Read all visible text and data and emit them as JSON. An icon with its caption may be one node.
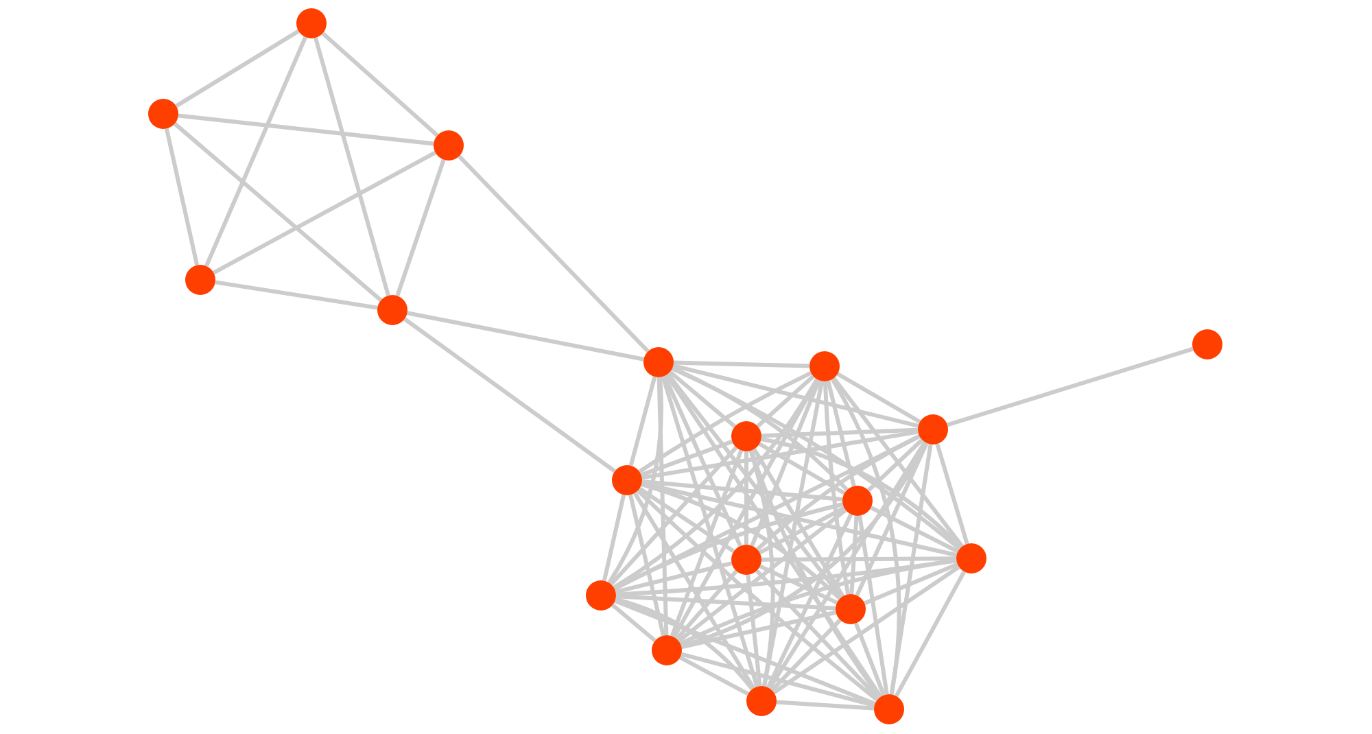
{
  "diagram": {
    "nodes": [
      {
        "text": [],
        "shape": "circle"
      },
      {
        "text": [],
        "shape": "circle"
      },
      {
        "text": [],
        "shape": "circle"
      },
      {
        "text": [],
        "shape": "circle"
      },
      {
        "text": [],
        "shape": "circle"
      },
      {
        "text": [],
        "shape": "circle"
      },
      {
        "text": [],
        "shape": "circle"
      },
      {
        "text": [],
        "shape": "circle"
      },
      {
        "text": [],
        "shape": "circle"
      },
      {
        "text": [],
        "shape": "circle"
      },
      {
        "text": [],
        "shape": "circle"
      },
      {
        "text": [],
        "shape": "circle"
      },
      {
        "text": [],
        "shape": "circle"
      },
      {
        "text": [],
        "shape": "circle"
      },
      {
        "text": [],
        "shape": "circle"
      },
      {
        "text": [],
        "shape": "circle"
      },
      {
        "text": [],
        "shape": "circle"
      },
      {
        "text": [],
        "shape": "circle"
      },
      {
        "text": [],
        "shape": "circle"
      }
    ],
    "edges": [
      {
        "from": 0,
        "to": 1,
        "arrow": "none"
      },
      {
        "from": 0,
        "to": 2,
        "arrow": "none"
      },
      {
        "from": 0,
        "to": 3,
        "arrow": "none"
      },
      {
        "from": 0,
        "to": 4,
        "arrow": "none"
      },
      {
        "from": 1,
        "to": 2,
        "arrow": "none"
      },
      {
        "from": 1,
        "to": 3,
        "arrow": "none"
      },
      {
        "from": 1,
        "to": 4,
        "arrow": "none"
      },
      {
        "from": 2,
        "to": 3,
        "arrow": "none"
      },
      {
        "from": 2,
        "to": 4,
        "arrow": "none"
      },
      {
        "from": 3,
        "to": 4,
        "arrow": "none"
      },
      {
        "from": 2,
        "to": 5,
        "arrow": "none"
      },
      {
        "from": 4,
        "to": 5,
        "arrow": "none"
      },
      {
        "from": 4,
        "to": 10,
        "arrow": "none"
      },
      {
        "from": 7,
        "to": 8,
        "arrow": "none"
      },
      {
        "from": 5,
        "to": 6,
        "arrow": "none"
      },
      {
        "from": 5,
        "to": 7,
        "arrow": "none"
      },
      {
        "from": 5,
        "to": 9,
        "arrow": "none"
      },
      {
        "from": 5,
        "to": 10,
        "arrow": "none"
      },
      {
        "from": 5,
        "to": 11,
        "arrow": "none"
      },
      {
        "from": 5,
        "to": 12,
        "arrow": "none"
      },
      {
        "from": 5,
        "to": 13,
        "arrow": "none"
      },
      {
        "from": 5,
        "to": 14,
        "arrow": "none"
      },
      {
        "from": 5,
        "to": 15,
        "arrow": "none"
      },
      {
        "from": 5,
        "to": 16,
        "arrow": "none"
      },
      {
        "from": 5,
        "to": 17,
        "arrow": "none"
      },
      {
        "from": 5,
        "to": 18,
        "arrow": "none"
      },
      {
        "from": 6,
        "to": 7,
        "arrow": "none"
      },
      {
        "from": 6,
        "to": 9,
        "arrow": "none"
      },
      {
        "from": 6,
        "to": 10,
        "arrow": "none"
      },
      {
        "from": 6,
        "to": 11,
        "arrow": "none"
      },
      {
        "from": 6,
        "to": 12,
        "arrow": "none"
      },
      {
        "from": 6,
        "to": 13,
        "arrow": "none"
      },
      {
        "from": 6,
        "to": 14,
        "arrow": "none"
      },
      {
        "from": 6,
        "to": 15,
        "arrow": "none"
      },
      {
        "from": 6,
        "to": 16,
        "arrow": "none"
      },
      {
        "from": 6,
        "to": 17,
        "arrow": "none"
      },
      {
        "from": 6,
        "to": 18,
        "arrow": "none"
      },
      {
        "from": 7,
        "to": 9,
        "arrow": "none"
      },
      {
        "from": 7,
        "to": 10,
        "arrow": "none"
      },
      {
        "from": 7,
        "to": 11,
        "arrow": "none"
      },
      {
        "from": 7,
        "to": 12,
        "arrow": "none"
      },
      {
        "from": 7,
        "to": 13,
        "arrow": "none"
      },
      {
        "from": 7,
        "to": 14,
        "arrow": "none"
      },
      {
        "from": 7,
        "to": 15,
        "arrow": "none"
      },
      {
        "from": 7,
        "to": 16,
        "arrow": "none"
      },
      {
        "from": 7,
        "to": 17,
        "arrow": "none"
      },
      {
        "from": 7,
        "to": 18,
        "arrow": "none"
      },
      {
        "from": 9,
        "to": 10,
        "arrow": "none"
      },
      {
        "from": 9,
        "to": 11,
        "arrow": "none"
      },
      {
        "from": 9,
        "to": 12,
        "arrow": "none"
      },
      {
        "from": 9,
        "to": 13,
        "arrow": "none"
      },
      {
        "from": 9,
        "to": 14,
        "arrow": "none"
      },
      {
        "from": 9,
        "to": 15,
        "arrow": "none"
      },
      {
        "from": 9,
        "to": 16,
        "arrow": "none"
      },
      {
        "from": 9,
        "to": 17,
        "arrow": "none"
      },
      {
        "from": 9,
        "to": 18,
        "arrow": "none"
      },
      {
        "from": 10,
        "to": 11,
        "arrow": "none"
      },
      {
        "from": 10,
        "to": 12,
        "arrow": "none"
      },
      {
        "from": 10,
        "to": 13,
        "arrow": "none"
      },
      {
        "from": 10,
        "to": 14,
        "arrow": "none"
      },
      {
        "from": 10,
        "to": 15,
        "arrow": "none"
      },
      {
        "from": 10,
        "to": 16,
        "arrow": "none"
      },
      {
        "from": 10,
        "to": 17,
        "arrow": "none"
      },
      {
        "from": 10,
        "to": 18,
        "arrow": "none"
      },
      {
        "from": 11,
        "to": 12,
        "arrow": "none"
      },
      {
        "from": 11,
        "to": 13,
        "arrow": "none"
      },
      {
        "from": 11,
        "to": 14,
        "arrow": "none"
      },
      {
        "from": 11,
        "to": 15,
        "arrow": "none"
      },
      {
        "from": 11,
        "to": 16,
        "arrow": "none"
      },
      {
        "from": 11,
        "to": 17,
        "arrow": "none"
      },
      {
        "from": 11,
        "to": 18,
        "arrow": "none"
      },
      {
        "from": 12,
        "to": 13,
        "arrow": "none"
      },
      {
        "from": 12,
        "to": 14,
        "arrow": "none"
      },
      {
        "from": 12,
        "to": 15,
        "arrow": "none"
      },
      {
        "from": 12,
        "to": 16,
        "arrow": "none"
      },
      {
        "from": 12,
        "to": 17,
        "arrow": "none"
      },
      {
        "from": 12,
        "to": 18,
        "arrow": "none"
      },
      {
        "from": 13,
        "to": 14,
        "arrow": "none"
      },
      {
        "from": 13,
        "to": 15,
        "arrow": "none"
      },
      {
        "from": 13,
        "to": 16,
        "arrow": "none"
      },
      {
        "from": 13,
        "to": 17,
        "arrow": "none"
      },
      {
        "from": 13,
        "to": 18,
        "arrow": "none"
      },
      {
        "from": 14,
        "to": 15,
        "arrow": "none"
      },
      {
        "from": 14,
        "to": 16,
        "arrow": "none"
      },
      {
        "from": 14,
        "to": 17,
        "arrow": "none"
      },
      {
        "from": 14,
        "to": 18,
        "arrow": "none"
      },
      {
        "from": 15,
        "to": 16,
        "arrow": "none"
      },
      {
        "from": 15,
        "to": 17,
        "arrow": "none"
      },
      {
        "from": 15,
        "to": 18,
        "arrow": "none"
      },
      {
        "from": 16,
        "to": 17,
        "arrow": "none"
      },
      {
        "from": 16,
        "to": 18,
        "arrow": "none"
      },
      {
        "from": 17,
        "to": 18,
        "arrow": "none"
      }
    ]
  }
}
